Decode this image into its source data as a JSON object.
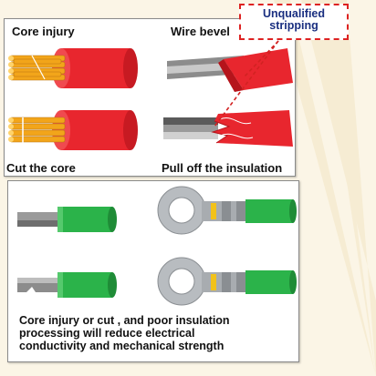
{
  "labels": {
    "core_injury": "Core injury",
    "wire_bevel": "Wire bevel",
    "cut_the_core": "Cut the core",
    "pull_off_insulation": "Pull off the insulation"
  },
  "callout": {
    "text": "Unqualified\nstripping"
  },
  "caption": {
    "text": "Core injury or cut , and poor insulation\nprocessing will reduce electrical\nconductivity and mechanical strength"
  },
  "colors": {
    "insulation_red": "#e8262e",
    "copper_core": "#f2a51a",
    "green_insulation": "#2bb34a",
    "callout_border": "#d22222",
    "callout_text": "#1a2f80",
    "terminal_metal": "#b8bcc0"
  },
  "icons": [
    "damaged-wire-icon",
    "beveled-wire-icon",
    "torn-insulation-icon",
    "ring-terminal-icon"
  ]
}
